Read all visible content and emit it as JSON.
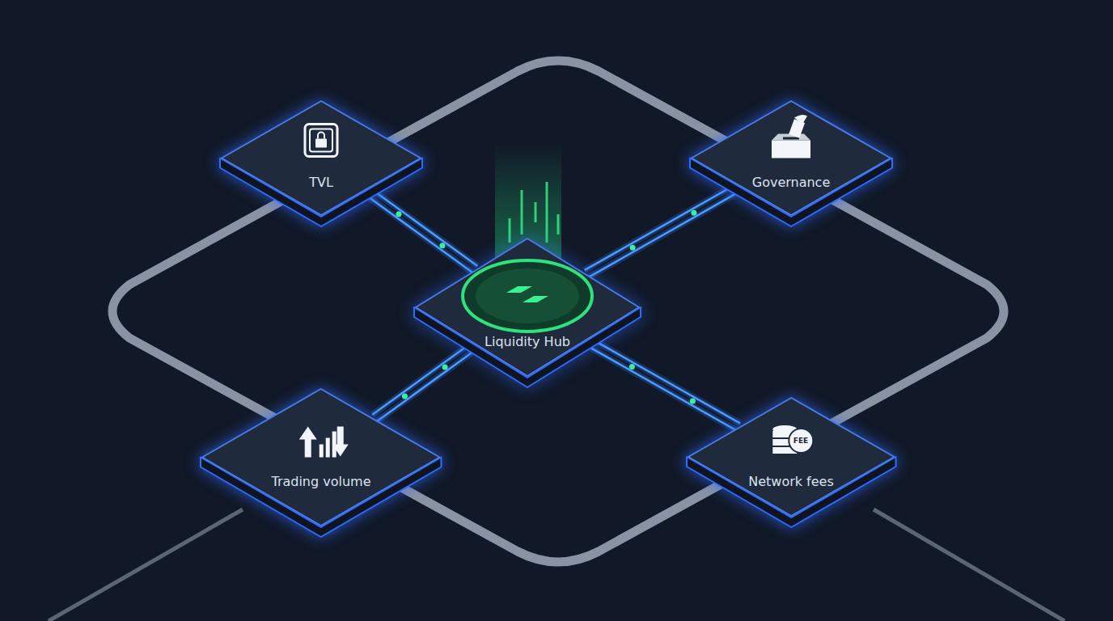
{
  "diagram": {
    "nodes": [
      {
        "text": [
          "TVL"
        ]
      },
      {
        "text": [
          "Governance"
        ]
      },
      {
        "text": [
          "Liquidity Hub"
        ]
      },
      {
        "text": [
          "Trading volume"
        ]
      },
      {
        "text": [
          "Network fees"
        ]
      }
    ],
    "edges": [
      {
        "from": 2,
        "to": 0,
        "arrow": "none"
      },
      {
        "from": 2,
        "to": 1,
        "arrow": "none"
      },
      {
        "from": 2,
        "to": 3,
        "arrow": "none"
      },
      {
        "from": 2,
        "to": 4,
        "arrow": "none"
      }
    ],
    "labels": [
      "FEE"
    ]
  }
}
